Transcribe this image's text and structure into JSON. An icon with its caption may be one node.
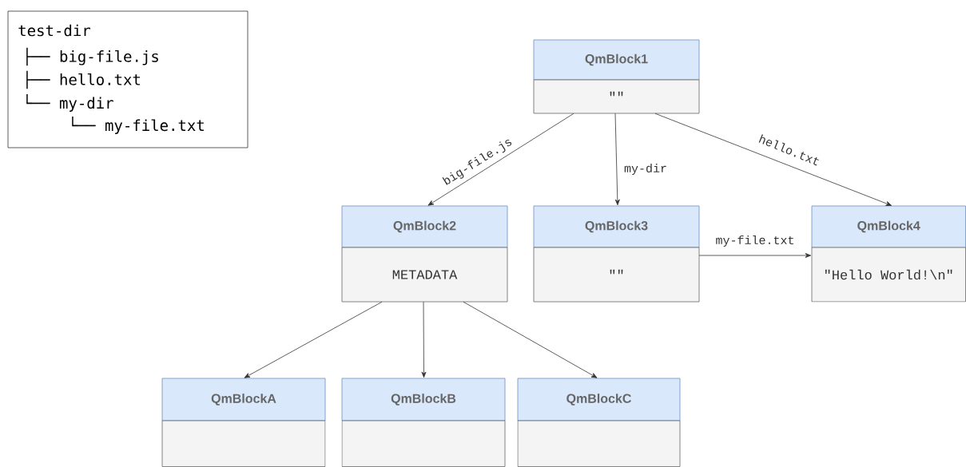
{
  "diagram": {
    "nodes": [
      {
        "text": [
          "test-dir",
          "├── big-file.js",
          "├── hello.txt",
          "└── my-dir",
          "└── my-file.txt"
        ]
      },
      {
        "text": [
          "QmBlock1",
          "\"\""
        ]
      },
      {
        "text": [
          "QmBlock2",
          "METADATA"
        ]
      },
      {
        "text": [
          "QmBlock3",
          "\"\""
        ]
      },
      {
        "text": [
          "QmBlock4",
          "\"Hello World!\\n\""
        ]
      },
      {
        "text": [
          "QmBlockA"
        ]
      },
      {
        "text": [
          "QmBlockB"
        ]
      },
      {
        "text": [
          "QmBlockC"
        ]
      }
    ],
    "edges": [
      {
        "from": 1,
        "to": 2,
        "arrow": "to",
        "label": "big-file.js"
      },
      {
        "from": 1,
        "to": 3,
        "arrow": "to",
        "label": "my-dir"
      },
      {
        "from": 1,
        "to": 4,
        "arrow": "to",
        "label": "hello.txt"
      },
      {
        "from": 3,
        "to": 4,
        "arrow": "to",
        "label": "my-file.txt"
      },
      {
        "from": 2,
        "to": 5,
        "arrow": "to"
      },
      {
        "from": 2,
        "to": 6,
        "arrow": "to"
      },
      {
        "from": 2,
        "to": 7,
        "arrow": "to"
      }
    ]
  }
}
